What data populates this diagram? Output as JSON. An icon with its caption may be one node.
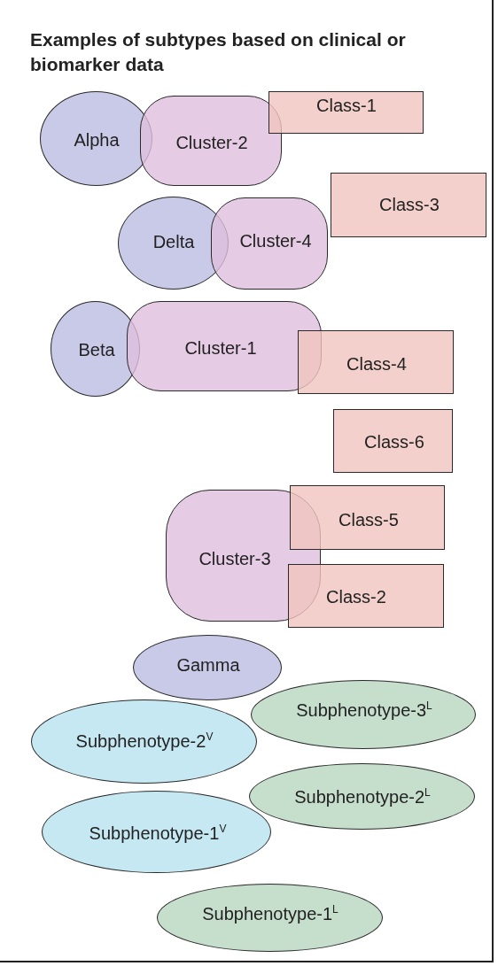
{
  "diagram": {
    "title": "Examples of subtypes based on clinical or biomarker data",
    "nodes": [
      {
        "text": [
          "Alpha"
        ]
      },
      {
        "text": [
          "Cluster-2"
        ]
      },
      {
        "text": [
          "Class-1"
        ]
      },
      {
        "text": [
          "Class-3"
        ]
      },
      {
        "text": [
          "Delta"
        ]
      },
      {
        "text": [
          "Cluster-4"
        ]
      },
      {
        "text": [
          "Beta"
        ]
      },
      {
        "text": [
          "Cluster-1"
        ]
      },
      {
        "text": [
          "Class-4"
        ]
      },
      {
        "text": [
          "Class-6"
        ]
      },
      {
        "text": [
          "Cluster-3"
        ]
      },
      {
        "text": [
          "Class-5"
        ]
      },
      {
        "text": [
          "Class-2"
        ]
      },
      {
        "text": [
          "Gamma"
        ]
      },
      {
        "text": [
          "Subphenotype-3$^{L}$"
        ]
      },
      {
        "text": [
          "Subphenotype-2$^{V}$"
        ]
      },
      {
        "text": [
          "Subphenotype-2$^{L}$"
        ]
      },
      {
        "text": [
          "Subphenotype-1$^{V}$"
        ]
      },
      {
        "text": [
          "Subphenotype-1$^{L}$"
        ]
      }
    ],
    "edges": []
  }
}
